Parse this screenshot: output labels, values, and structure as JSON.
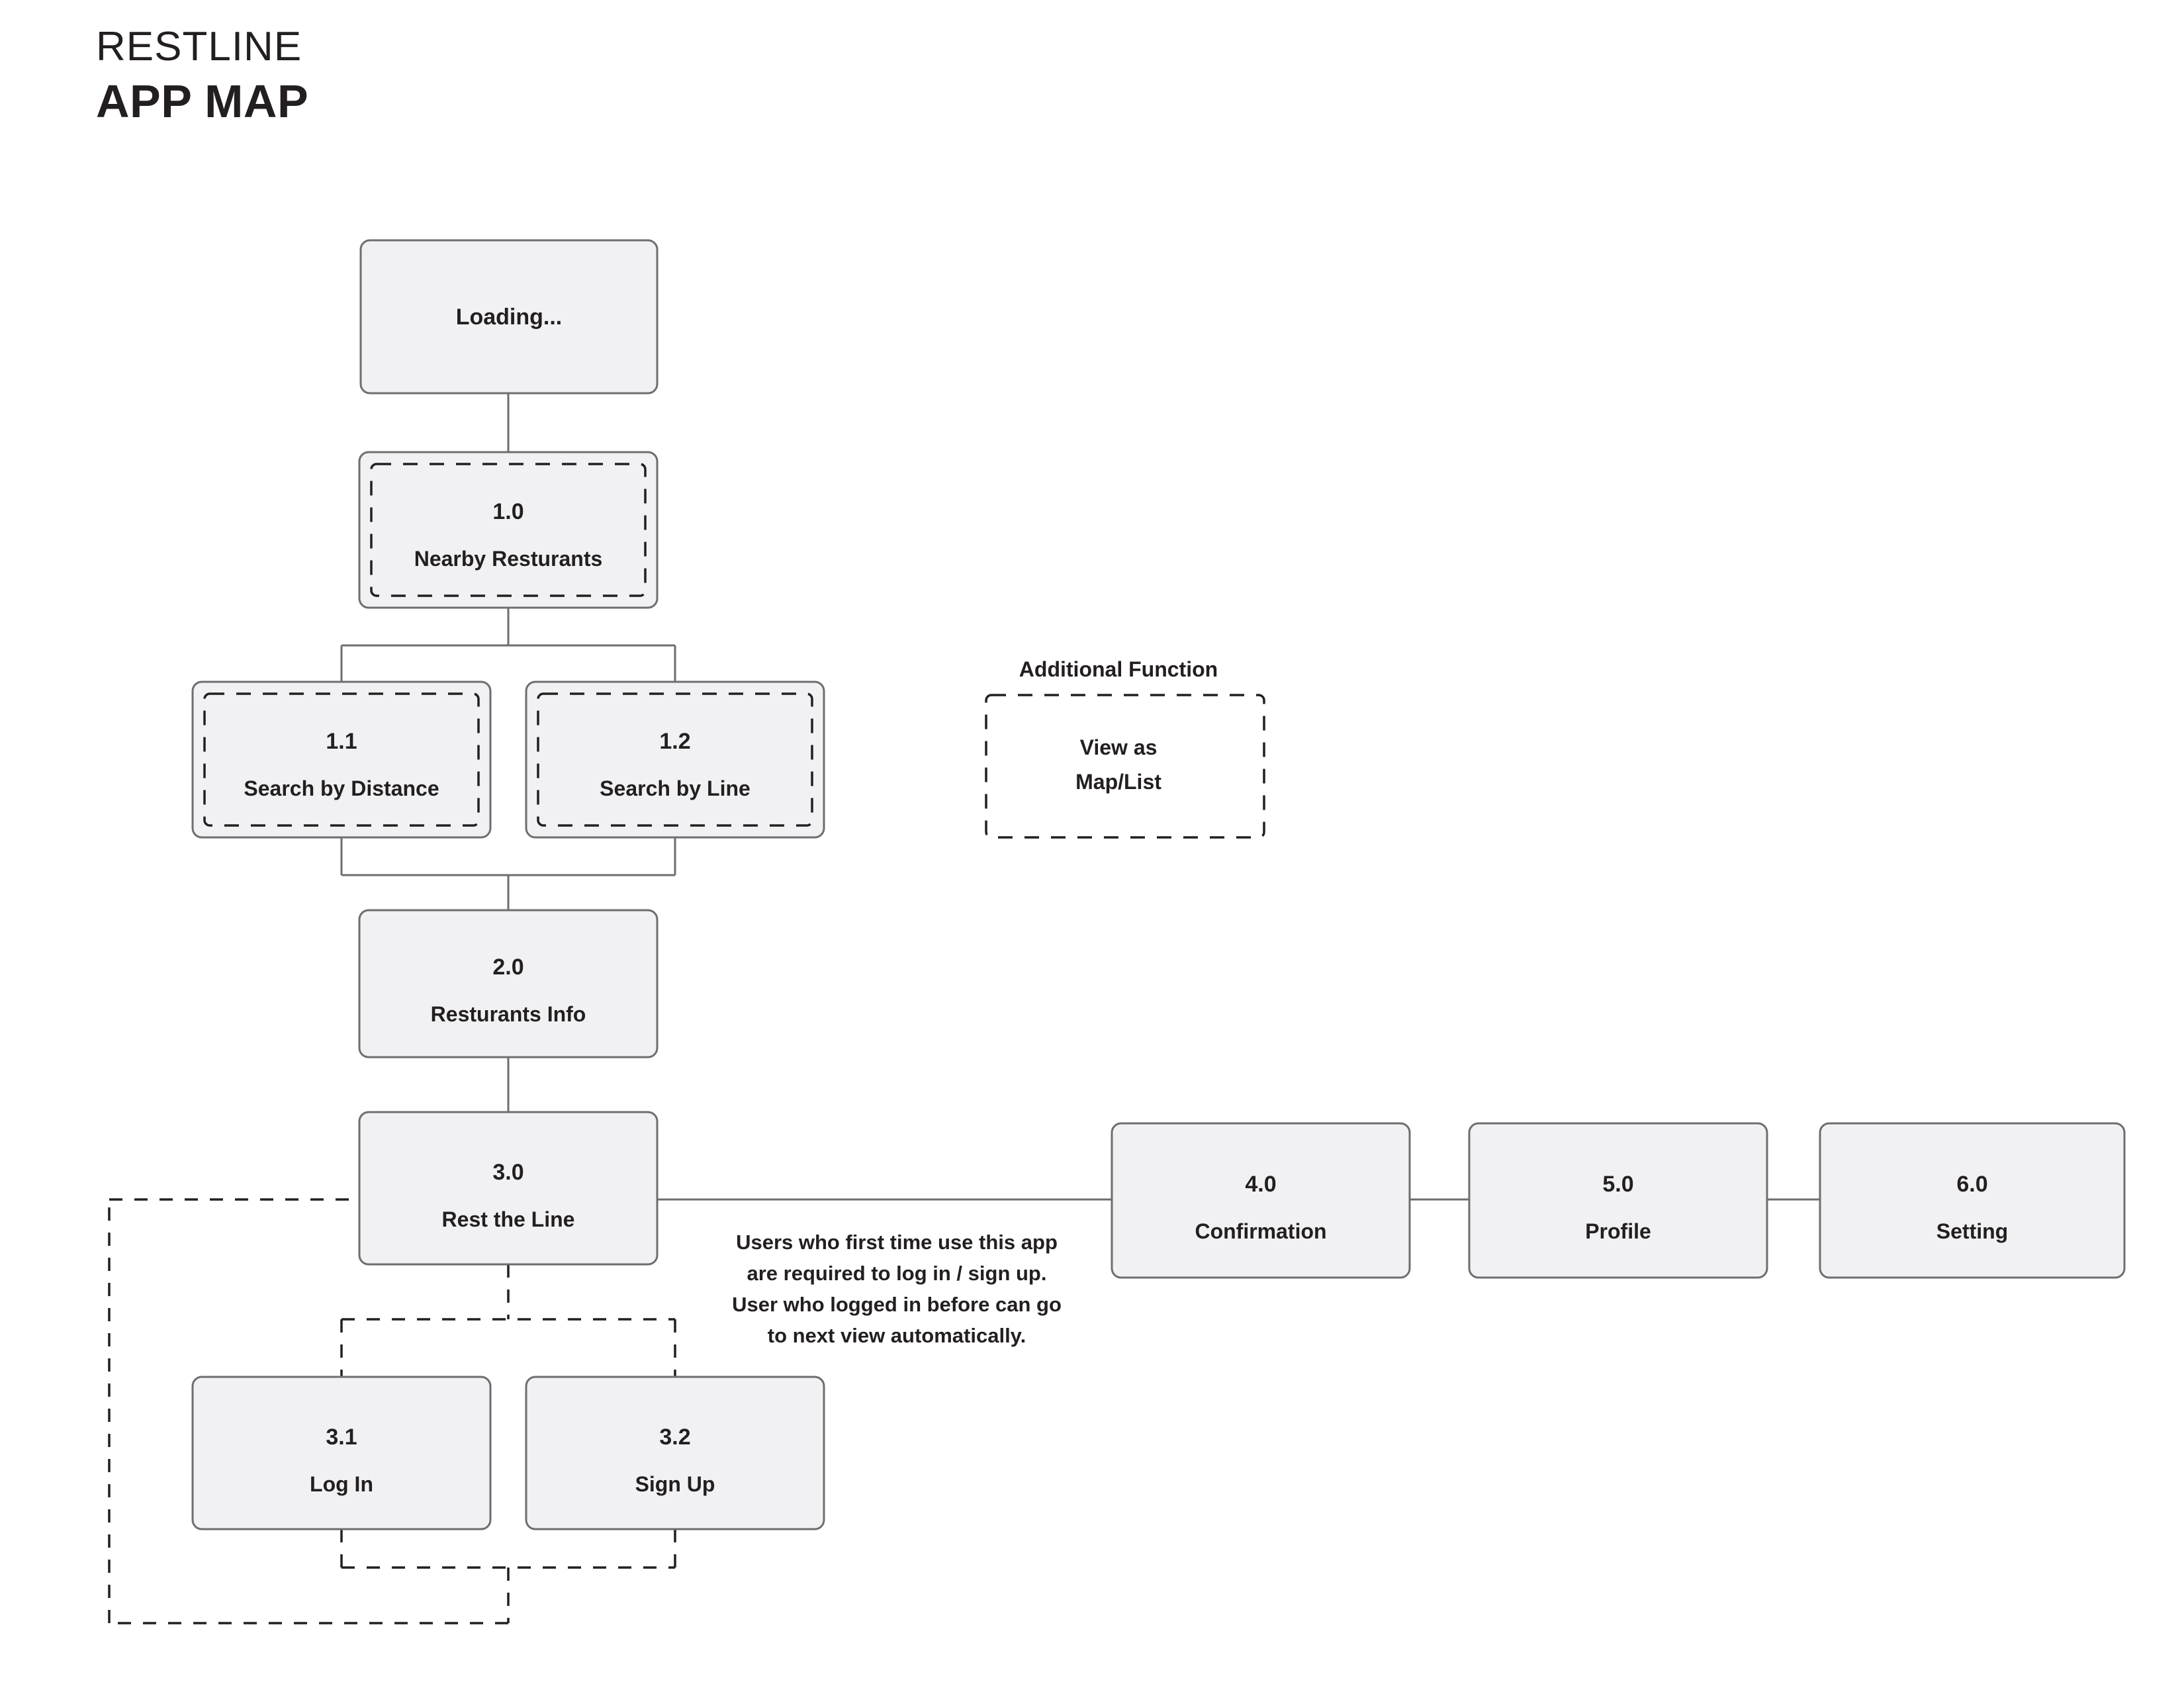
{
  "header": {
    "brand": "RESTLINE",
    "doc_title": "APP MAP"
  },
  "colors": {
    "box_fill": "#f1f1f3",
    "box_stroke": "#6e6e70",
    "dashed_stroke": "#231f20",
    "text": "#231f20",
    "page_background": "#ffffff"
  },
  "nodes": {
    "loading": {
      "number": "",
      "label": "Loading...",
      "style": "solid"
    },
    "n10": {
      "number": "1.0",
      "label": "Nearby Resturants",
      "style": "solid-with-dashed-inner"
    },
    "n11": {
      "number": "1.1",
      "label": "Search by Distance",
      "style": "solid-with-dashed-inner"
    },
    "n12": {
      "number": "1.2",
      "label": "Search by Line",
      "style": "solid-with-dashed-inner"
    },
    "n20": {
      "number": "2.0",
      "label": "Resturants Info",
      "style": "solid"
    },
    "n30": {
      "number": "3.0",
      "label": "Rest the Line",
      "style": "solid"
    },
    "n31": {
      "number": "3.1",
      "label": "Log In",
      "style": "solid"
    },
    "n32": {
      "number": "3.2",
      "label": "Sign Up",
      "style": "solid"
    },
    "n40": {
      "number": "4.0",
      "label": "Confirmation",
      "style": "solid"
    },
    "n50": {
      "number": "5.0",
      "label": "Profile",
      "style": "solid"
    },
    "n60": {
      "number": "6.0",
      "label": "Setting",
      "style": "solid"
    }
  },
  "additional_function": {
    "title": "Additional Function",
    "item_line1": "View as",
    "item_line2": "Map/List"
  },
  "annotation": {
    "line1": "Users who first time use this app",
    "line2": "are required to log in / sign up.",
    "line3": "User who logged in before can go",
    "line4": "to next view automatically."
  }
}
